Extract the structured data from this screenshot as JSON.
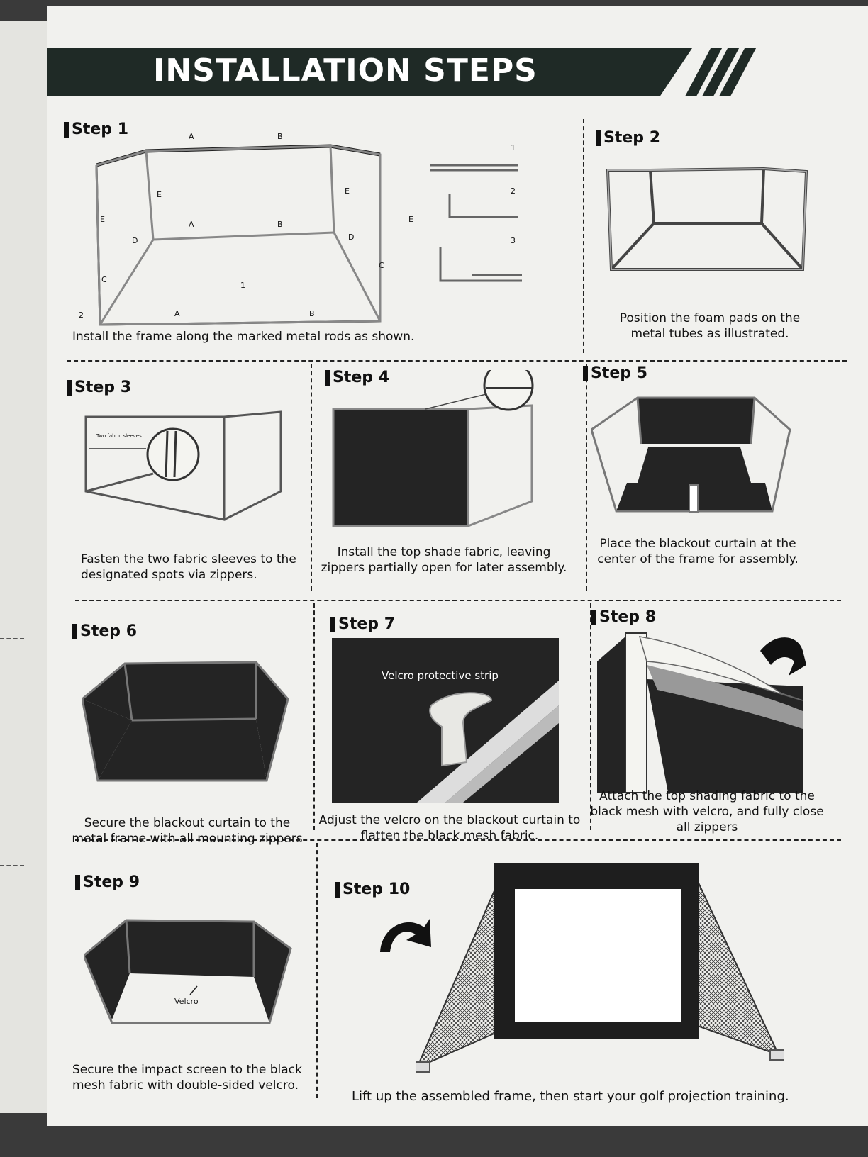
{
  "header": {
    "title": "INSTALLATION STEPS"
  },
  "steps": [
    {
      "label": "Step 1",
      "caption": "Install the frame along the marked metal rods as shown."
    },
    {
      "label": "Step 2",
      "caption": "Position the foam pads on the metal tubes as illustrated."
    },
    {
      "label": "Step 3",
      "caption": "Fasten the two fabric sleeves to the designated spots via zippers.",
      "annotation": "Two fabric sleeves"
    },
    {
      "label": "Step 4",
      "caption": "Install the top shade fabric, leaving zippers partially open for later assembly."
    },
    {
      "label": "Step 5",
      "caption": "Place the blackout curtain at the center of the frame for assembly."
    },
    {
      "label": "Step 6",
      "caption": "Secure the blackout curtain to the metal frame with all mounting zippers"
    },
    {
      "label": "Step 7",
      "caption": "Adjust the velcro on the blackout curtain to flatten the black mesh fabric.",
      "annotation": "Velcro protective strip"
    },
    {
      "label": "Step 8",
      "caption": "Attach the top shading fabric to the black mesh with velcro, and fully close all zippers"
    },
    {
      "label": "Step 9",
      "caption": "Secure the impact screen to the black mesh fabric with double-sided velcro.",
      "annotation": "Velcro"
    },
    {
      "label": "Step 10",
      "caption": "Lift up the assembled frame, then start your golf projection training."
    }
  ],
  "step1_labels": {
    "a": "A",
    "b": "B",
    "c": "C",
    "d": "D",
    "e": "E",
    "n1": "1",
    "n2": "2",
    "n3": "3"
  }
}
